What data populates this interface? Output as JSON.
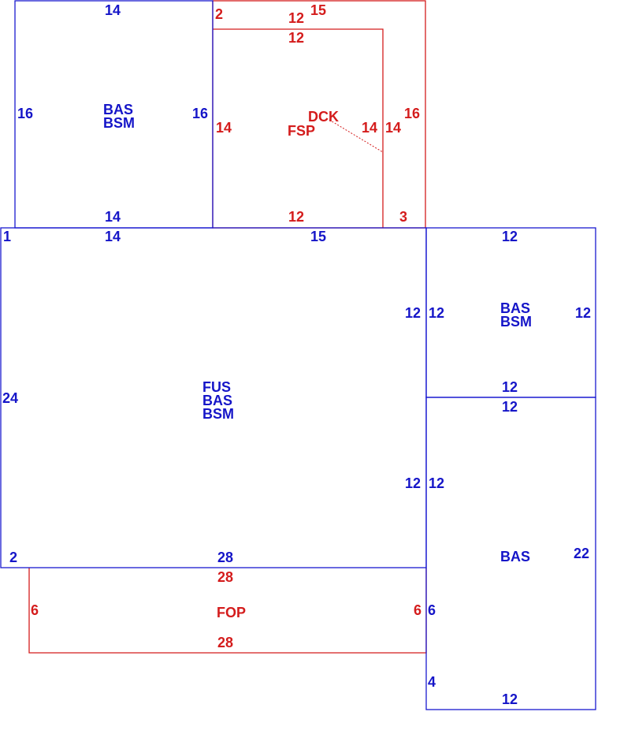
{
  "colors": {
    "blue": "#1515c8",
    "red": "#d41c1c",
    "background": "#ffffff"
  },
  "areas": {
    "top_left": {
      "label1": "BAS",
      "label2": "BSM"
    },
    "deck_porch": {
      "label1": "DCK",
      "label2": "FSP"
    },
    "main": {
      "label1": "FUS",
      "label2": "BAS",
      "label3": "BSM"
    },
    "right_upper": {
      "label1": "BAS",
      "label2": "BSM"
    },
    "right_lower": {
      "label1": "BAS"
    },
    "front_porch": {
      "label1": "FOP"
    }
  },
  "dimensions": {
    "tl_top": "14",
    "tl_left": "16",
    "tl_right": "16",
    "tl_bottom": "14",
    "dck_corner": "2",
    "dck_top_outer": "15",
    "dck_top_inner1": "12",
    "dck_top_inner2": "12",
    "dck_left": "14",
    "dck_mid_right": "14",
    "dck_right_inner": "14",
    "dck_right_outer": "16",
    "dck_bottom": "12",
    "dck_bottom_right": "3",
    "main_corner_tl": "1",
    "main_top_left": "14",
    "main_top_right": "15",
    "main_left": "24",
    "main_right_upper": "12",
    "main_right_lower": "12",
    "main_corner_bl": "2",
    "main_bottom": "28",
    "ru_top": "12",
    "ru_left": "12",
    "ru_right": "12",
    "ru_bottom": "12",
    "rl_top": "12",
    "rl_left": "12",
    "rl_right": "22",
    "rl_left_lower": "6",
    "rl_corner": "4",
    "rl_bottom": "12",
    "fop_top": "28",
    "fop_left": "6",
    "fop_right": "6",
    "fop_bottom": "28"
  }
}
